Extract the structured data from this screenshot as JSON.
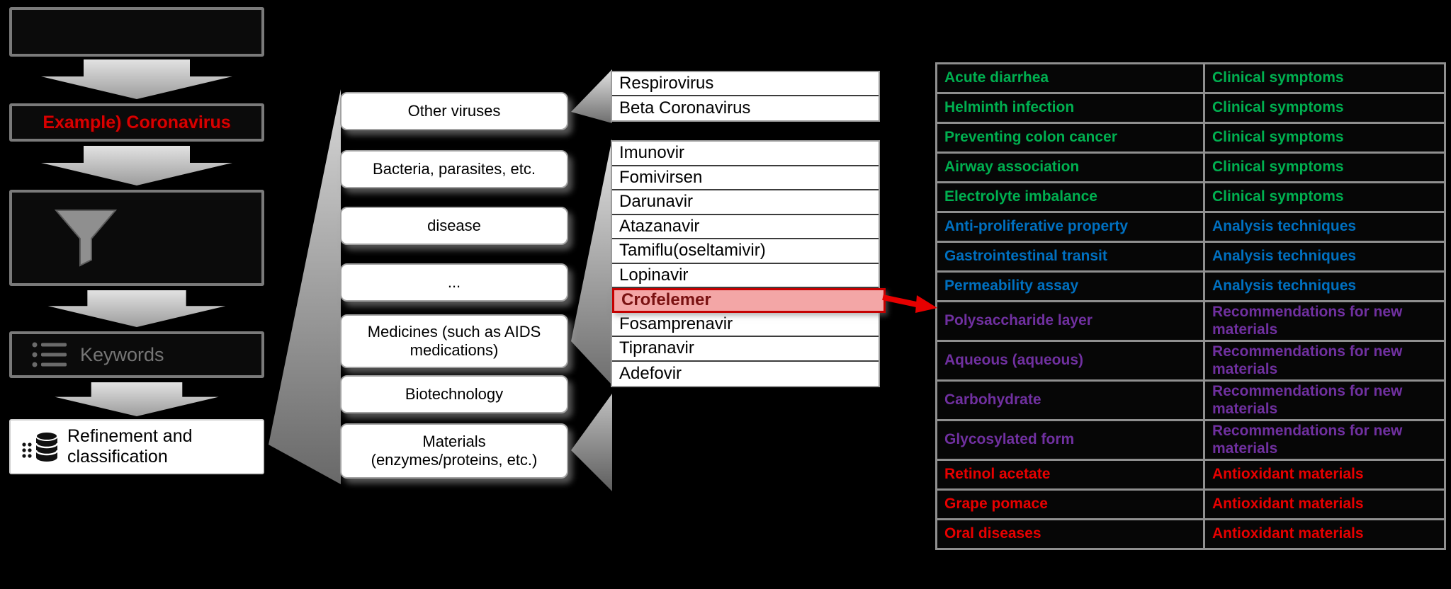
{
  "left_panel": {
    "example_label": "Example) Coronavirus",
    "keywords_label": "Keywords",
    "refine_label": "Refinement and classification"
  },
  "middle_categories": [
    "Other viruses",
    "Bacteria, parasites, etc.",
    "disease",
    "...",
    "Medicines (such as AIDS medications)",
    "Biotechnology",
    "Materials (enzymes/proteins, etc.)"
  ],
  "virus_list": [
    "Respirovirus",
    "Beta Coronavirus"
  ],
  "drug_list": [
    "Imunovir",
    "Fomivirsen",
    "Darunavir",
    "Atazanavir",
    "Tamiflu(oseltamivir)",
    "Lopinavir",
    "Crofelemer",
    "Fosamprenavir",
    "Tipranavir",
    "Adefovir"
  ],
  "highlighted_drug": "Crofelemer",
  "term_table": {
    "rows": [
      {
        "term": "Acute diarrhea",
        "category": "Clinical symptoms",
        "group": "clinical"
      },
      {
        "term": "Helminth infection",
        "category": "Clinical symptoms",
        "group": "clinical"
      },
      {
        "term": "Preventing colon cancer",
        "category": "Clinical symptoms",
        "group": "clinical"
      },
      {
        "term": "Airway association",
        "category": "Clinical symptoms",
        "group": "clinical"
      },
      {
        "term": "Electrolyte imbalance",
        "category": "Clinical symptoms",
        "group": "clinical"
      },
      {
        "term": "Anti-proliferative property",
        "category": "Analysis techniques",
        "group": "analysis"
      },
      {
        "term": "Gastrointestinal transit",
        "category": "Analysis techniques",
        "group": "analysis"
      },
      {
        "term": "Permeability assay",
        "category": "Analysis techniques",
        "group": "analysis"
      },
      {
        "term": "Polysaccharide layer",
        "category": "Recommendations for new materials",
        "group": "new-materials"
      },
      {
        "term": "Aqueous (aqueous)",
        "category": "Recommendations for new materials",
        "group": "new-materials"
      },
      {
        "term": "Carbohydrate",
        "category": "Recommendations for new materials",
        "group": "new-materials"
      },
      {
        "term": "Glycosylated form",
        "category": "Recommendations for new materials",
        "group": "new-materials"
      },
      {
        "term": "Retinol acetate",
        "category": "Antioxidant materials",
        "group": "antioxidant"
      },
      {
        "term": "Grape pomace",
        "category": "Antioxidant materials",
        "group": "antioxidant"
      },
      {
        "term": "Oral diseases",
        "category": "Antioxidant materials",
        "group": "antioxidant"
      }
    ]
  },
  "colors": {
    "background": "#000000",
    "box_border_gray": "#7a7a7a",
    "highlight_fill_pink": "#f3a6a6",
    "highlight_border_red": "#c40000",
    "arrow_red": "#e60000",
    "clinical_green": "#00b050",
    "analysis_blue": "#0070c0",
    "new_materials_purple": "#7030a0",
    "antioxidant_red": "#e80000"
  }
}
